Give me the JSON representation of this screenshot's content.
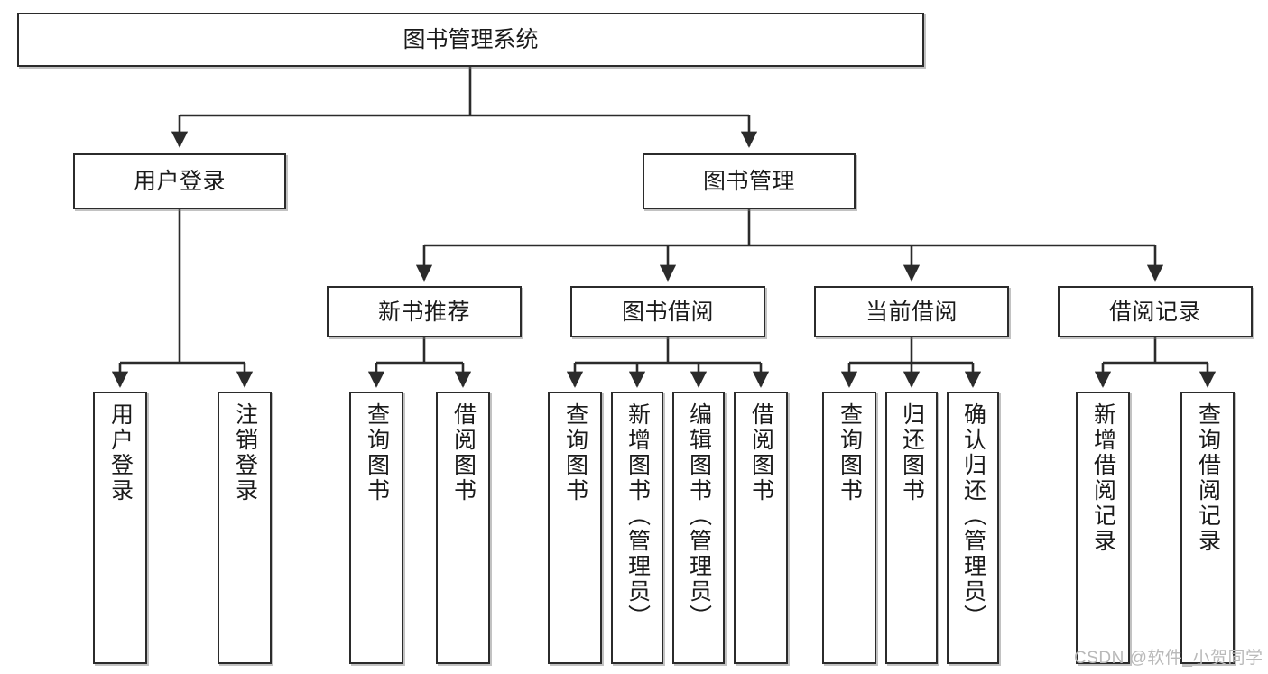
{
  "diagram": {
    "title": "图书管理系统",
    "type": "hierarchy-tree",
    "watermark": "CSDN @软件_小贺同学",
    "colors": {
      "node_border": "#2b2b2b",
      "node_fill": "#ffffff",
      "connector": "#2b2b2b",
      "watermark": "#b9b9b9",
      "background": "#ffffff"
    },
    "levels": {
      "root": "图书管理系统",
      "level2": [
        "用户登录",
        "图书管理"
      ],
      "level3": [
        "新书推荐",
        "图书借阅",
        "当前借阅",
        "借阅记录"
      ]
    },
    "nodes": {
      "root": {
        "label": "图书管理系统"
      },
      "user_login": {
        "label": "用户登录"
      },
      "book_manage": {
        "label": "图书管理"
      },
      "new_book_rec": {
        "label": "新书推荐"
      },
      "book_borrow": {
        "label": "图书借阅"
      },
      "current_borrow": {
        "label": "当前借阅"
      },
      "borrow_record": {
        "label": "借阅记录"
      },
      "leaf_user_login": {
        "label": "用户登录"
      },
      "leaf_logout": {
        "label": "注销登录"
      },
      "leaf_query_book_1": {
        "label": "查询图书"
      },
      "leaf_borrow_book_1": {
        "label": "借阅图书"
      },
      "leaf_query_book_2": {
        "label": "查询图书"
      },
      "leaf_add_book": {
        "label": "新增图书（管理员）"
      },
      "leaf_edit_book": {
        "label": "编辑图书（管理员）"
      },
      "leaf_borrow_book_2": {
        "label": "借阅图书"
      },
      "leaf_query_book_3": {
        "label": "查询图书"
      },
      "leaf_return_book": {
        "label": "归还图书"
      },
      "leaf_confirm_return": {
        "label": "确认归还（管理员）"
      },
      "leaf_add_record": {
        "label": "新增借阅记录"
      },
      "leaf_query_record": {
        "label": "查询借阅记录"
      }
    },
    "edges": [
      {
        "from": "root",
        "to": "user_login"
      },
      {
        "from": "root",
        "to": "book_manage"
      },
      {
        "from": "user_login",
        "to": "leaf_user_login"
      },
      {
        "from": "user_login",
        "to": "leaf_logout"
      },
      {
        "from": "book_manage",
        "to": "new_book_rec"
      },
      {
        "from": "book_manage",
        "to": "book_borrow"
      },
      {
        "from": "book_manage",
        "to": "current_borrow"
      },
      {
        "from": "book_manage",
        "to": "borrow_record"
      },
      {
        "from": "new_book_rec",
        "to": "leaf_query_book_1"
      },
      {
        "from": "new_book_rec",
        "to": "leaf_borrow_book_1"
      },
      {
        "from": "book_borrow",
        "to": "leaf_query_book_2"
      },
      {
        "from": "book_borrow",
        "to": "leaf_add_book"
      },
      {
        "from": "book_borrow",
        "to": "leaf_edit_book"
      },
      {
        "from": "book_borrow",
        "to": "leaf_borrow_book_2"
      },
      {
        "from": "current_borrow",
        "to": "leaf_query_book_3"
      },
      {
        "from": "current_borrow",
        "to": "leaf_return_book"
      },
      {
        "from": "current_borrow",
        "to": "leaf_confirm_return"
      },
      {
        "from": "borrow_record",
        "to": "leaf_add_record"
      },
      {
        "from": "borrow_record",
        "to": "leaf_query_record"
      }
    ]
  }
}
